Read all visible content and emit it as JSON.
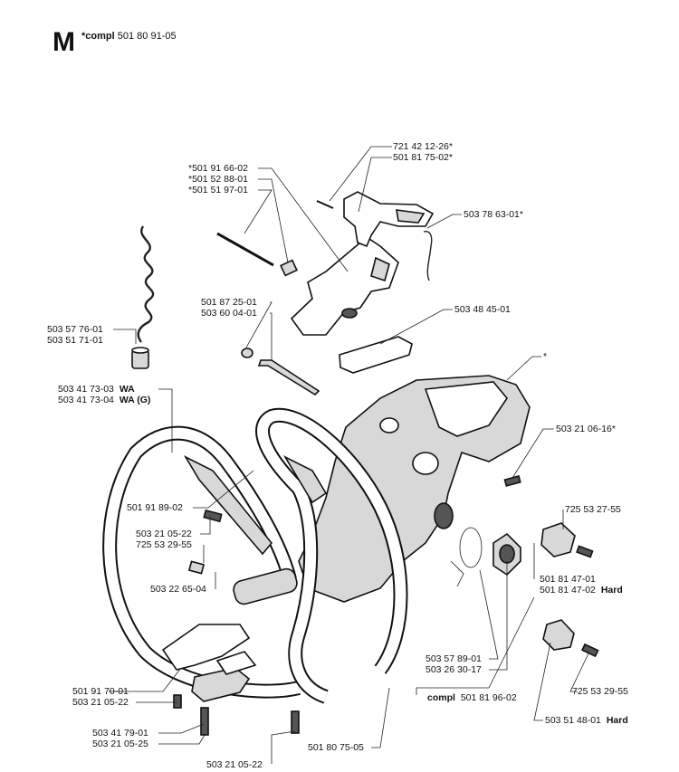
{
  "header": {
    "section_letter": "M",
    "compl_word": "*compl",
    "compl_number": "501 80 91-05"
  },
  "labels": [
    {
      "id": "l1",
      "text": "721 42 12-26*"
    },
    {
      "id": "l2",
      "text": "501 81 75-02*"
    },
    {
      "id": "l3",
      "text": "*501 91 66-02"
    },
    {
      "id": "l4",
      "text": "*501 52 88-01"
    },
    {
      "id": "l5",
      "text": "*501 51 97-01"
    },
    {
      "id": "l6",
      "text": "503 78 63-01*"
    },
    {
      "id": "l7",
      "text": "501 87 25-01"
    },
    {
      "id": "l8",
      "text": "503 60 04-01"
    },
    {
      "id": "l9",
      "text": "503 48 45-01"
    },
    {
      "id": "l10",
      "text": "503 57 76-01"
    },
    {
      "id": "l11",
      "text": "503 51 71-01"
    },
    {
      "id": "l12",
      "text": "*"
    },
    {
      "id": "l13",
      "text": "503 41 73-03",
      "suffix": "WA"
    },
    {
      "id": "l14",
      "text": "503 41 73-04",
      "suffix": "WA (G)"
    },
    {
      "id": "l15",
      "text": "503 21 06-16*"
    },
    {
      "id": "l16",
      "text": "725 53 27-55"
    },
    {
      "id": "l17",
      "text": "501 91 89-02"
    },
    {
      "id": "l18",
      "text": "503 21 05-22"
    },
    {
      "id": "l19",
      "text": "725 53 29-55"
    },
    {
      "id": "l20",
      "text": "503 22 65-04"
    },
    {
      "id": "l21",
      "text": "501 81 47-01"
    },
    {
      "id": "l22",
      "text": "501 81 47-02",
      "suffix": "Hard"
    },
    {
      "id": "l23",
      "text": "503 57 89-01"
    },
    {
      "id": "l24",
      "text": "503 26 30-17"
    },
    {
      "id": "l25",
      "text": "501 91 70-01"
    },
    {
      "id": "l26",
      "text": "503 21 05-22"
    },
    {
      "id": "l27",
      "text": "725 53 29-55"
    },
    {
      "id": "l28",
      "text": "501 81 96-02",
      "prefix": "compl"
    },
    {
      "id": "l29",
      "text": "503 41 79-01"
    },
    {
      "id": "l30",
      "text": "503 21 05-25"
    },
    {
      "id": "l31",
      "text": "501 80 75-05"
    },
    {
      "id": "l32",
      "text": "503 51 48-01",
      "suffix": "Hard"
    },
    {
      "id": "l33",
      "text": "503 21 05-22"
    }
  ]
}
